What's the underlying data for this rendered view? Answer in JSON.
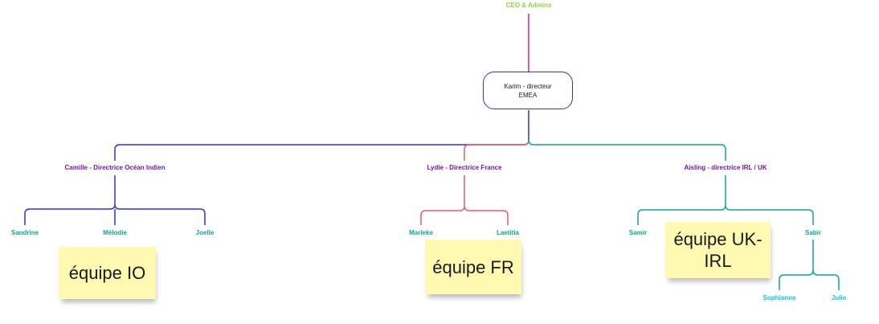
{
  "diagram": {
    "root": {
      "label": "CEO & Admins"
    },
    "director": {
      "label": "Karim - directeur EMEA"
    },
    "branches": [
      {
        "label": "Camille - Directrice Océan Indien",
        "members": [
          "Sandrine",
          "Mélodie",
          "Joelle"
        ],
        "sticky": "équipe IO"
      },
      {
        "label": "Lydie - Directrice France",
        "members": [
          "Marieke",
          "Laetitia"
        ],
        "sticky": "équipe FR"
      },
      {
        "label": "Aisling - directrice IRL / UK",
        "members": [
          "Samir",
          "Sabir"
        ],
        "sub_members": [
          "Sophianne",
          "Julie"
        ],
        "sticky": "équipe UK-IRL"
      }
    ]
  },
  "colors": {
    "root_label": "#8fd14f",
    "director_border": "#2e35c9",
    "director_label": "#6d1aa3",
    "member_label": "#13a38a",
    "sub_member_label": "#12c4d6",
    "line_root": "#d5227a",
    "line_io": "#2e35c9",
    "line_fr": "#ea5a6f",
    "line_uk": "#13a38a",
    "sticky_bg": "#fff9b1"
  }
}
